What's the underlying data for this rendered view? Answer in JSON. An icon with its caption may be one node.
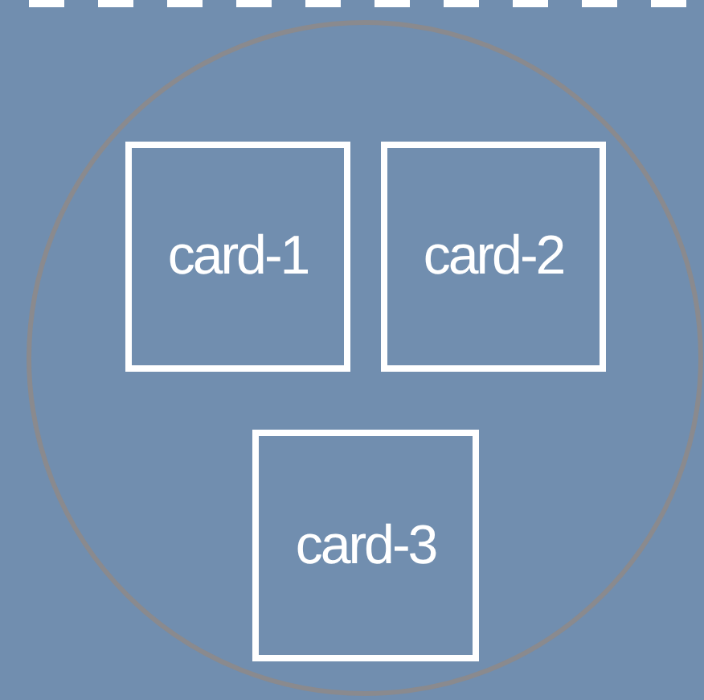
{
  "diagram": {
    "nodes": [
      {
        "text": [],
        "shape": "circle"
      },
      {
        "text": [
          "card-1"
        ],
        "in": 0
      },
      {
        "text": [
          "card-2"
        ],
        "in": 0
      },
      {
        "text": [
          "card-3"
        ],
        "in": 0
      }
    ]
  }
}
